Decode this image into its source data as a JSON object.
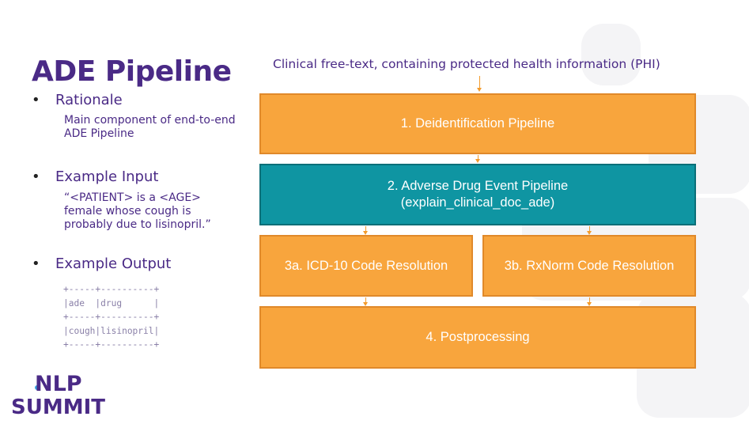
{
  "slide": {
    "title": "ADE Pipeline",
    "bullets": [
      {
        "label": "Rationale",
        "text": "Main component of end-to-end ADE Pipeline"
      },
      {
        "label": "Example Input",
        "text": "“<PATIENT> is a <AGE> female whose cough is probably due to lisinopril.”"
      },
      {
        "label": "Example Output"
      }
    ],
    "output_table": "+-----+----------+\n|ade  |drug      |\n+-----+----------+\n|cough|lisinopril|\n+-----+----------+"
  },
  "diagram": {
    "input_caption": "Clinical free-text, containing protected health information (PHI)",
    "steps": {
      "deid": "1. Deidentification Pipeline",
      "ade_line1": "2. Adverse Drug Event Pipeline",
      "ade_line2": "(explain_clinical_doc_ade)",
      "icd": "3a. ICD-10 Code Resolution",
      "rxnorm": "3b. RxNorm Code Resolution",
      "post": "4. Postprocessing"
    }
  },
  "logo": {
    "line1": "NLP",
    "line2": "SUMMIT"
  },
  "colors": {
    "purple": "#4a2a86",
    "orange": "#f8a53d",
    "teal": "#0f95a2",
    "arrow": "#f39b2c"
  }
}
